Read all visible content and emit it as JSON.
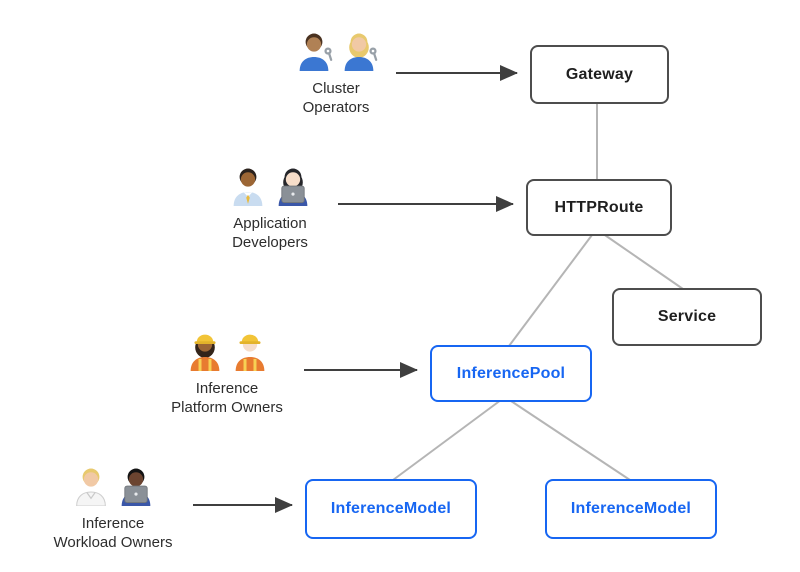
{
  "diagram": {
    "nodes": [
      {
        "id": "gateway",
        "label": "Gateway",
        "style": "dark"
      },
      {
        "id": "httproute",
        "label": "HTTPRoute",
        "style": "dark"
      },
      {
        "id": "service",
        "label": "Service",
        "style": "dark"
      },
      {
        "id": "inferencepool",
        "label": "InferencePool",
        "style": "blue"
      },
      {
        "id": "inferencemodel-left",
        "label": "InferenceModel",
        "style": "blue"
      },
      {
        "id": "inferencemodel-right",
        "label": "InferenceModel",
        "style": "blue"
      }
    ],
    "actors": [
      {
        "id": "cluster-operators",
        "lines": [
          "Cluster",
          "Operators"
        ],
        "icons": [
          "man-mechanic-icon",
          "woman-mechanic-icon"
        ],
        "points_to": "Gateway"
      },
      {
        "id": "application-developers",
        "lines": [
          "Application",
          "Developers"
        ],
        "icons": [
          "man-office-worker-icon",
          "woman-technologist-icon"
        ],
        "points_to": "HTTPRoute"
      },
      {
        "id": "inference-platform-owners",
        "lines": [
          "Inference",
          "Platform Owners"
        ],
        "icons": [
          "woman-construction-worker-icon",
          "man-construction-worker-icon"
        ],
        "points_to": "InferencePool"
      },
      {
        "id": "inference-workload-owners",
        "lines": [
          "Inference",
          "Workload Owners"
        ],
        "icons": [
          "health-worker-icon",
          "man-technologist-icon"
        ],
        "points_to": "InferenceModel"
      }
    ],
    "edges": [
      {
        "from": "Gateway",
        "to": "HTTPRoute"
      },
      {
        "from": "HTTPRoute",
        "to": "InferencePool"
      },
      {
        "from": "HTTPRoute",
        "to": "Service"
      },
      {
        "from": "InferencePool",
        "to": "InferenceModel (left)"
      },
      {
        "from": "InferencePool",
        "to": "InferenceModel (right)"
      }
    ],
    "colors": {
      "node_border_dark": "#4d4d4d",
      "node_text_dark": "#1f1f1f",
      "accent_blue": "#1766f2",
      "edge_gray": "#b5b5b5",
      "arrow_dark": "#3f3f3f",
      "label_text": "#2d2d2d",
      "background": "#ffffff"
    }
  }
}
